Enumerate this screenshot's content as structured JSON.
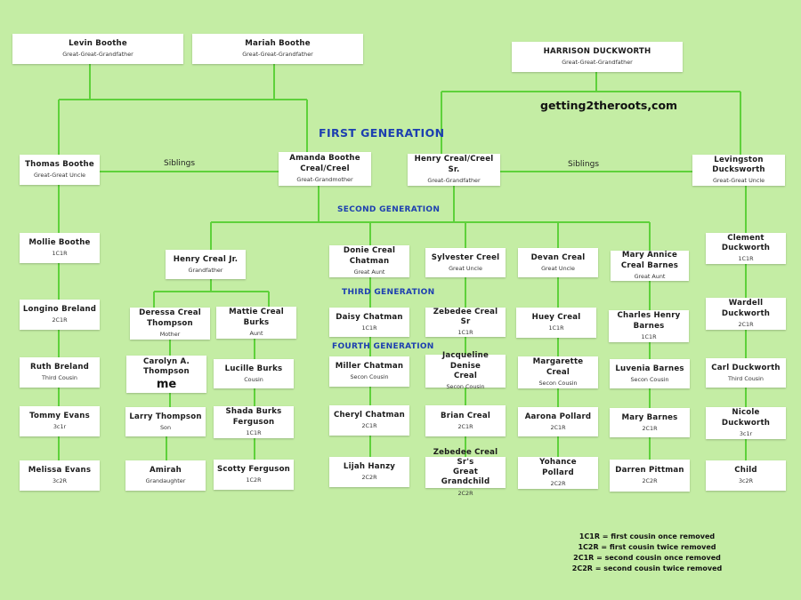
{
  "site": "getting2theroots,com",
  "headings": {
    "first": "FIRST GENERATION",
    "second": "SECOND GENERATION",
    "third": "THIRD GENERATION",
    "fourth": "FOURTH GENERATION"
  },
  "siblings_label": "Siblings",
  "people": {
    "levin_boothe": {
      "name": "Levin Boothe",
      "role": "Great-Great-Grandfather"
    },
    "mariah_boothe": {
      "name": "Mariah Boothe",
      "role": "Great-Great-Grandfather"
    },
    "harrison_duckworth": {
      "name": "HARRISON DUCKWORTH",
      "role": "Great-Great-Grandfather"
    },
    "thomas_boothe": {
      "name": "Thomas Boothe",
      "role": "Great-Great Uncle"
    },
    "amanda_boothe": {
      "name": "Amanda Boothe\nCreal/Creel",
      "role": "Great-Grandmother"
    },
    "henry_creal_sr": {
      "name": "Henry Creal/Creel\nSr.",
      "role": "Great-Grandfather"
    },
    "levingston_ducksworth": {
      "name": "Levingston\nDucksworth",
      "role": "Great-Great Uncle"
    },
    "mollie_boothe": {
      "name": "Mollie Boothe",
      "role": "1C1R"
    },
    "longino_breland": {
      "name": "Longino Breland",
      "role": "2C1R"
    },
    "ruth_breland": {
      "name": "Ruth Breland",
      "role": "Third Cousin"
    },
    "tommy_evans": {
      "name": "Tommy Evans",
      "role": "3c1r"
    },
    "melissa_evans": {
      "name": "Melissa Evans",
      "role": "3c2R"
    },
    "henry_creal_jr": {
      "name": "Henry Creal Jr.",
      "role": "Grandfather"
    },
    "donie_creal": {
      "name": "Donie Creal\nChatman",
      "role": "Great Aunt"
    },
    "sylvester_creel": {
      "name": "Sylvester Creel",
      "role": "Great Uncle"
    },
    "devan_creal": {
      "name": "Devan Creal",
      "role": "Great Uncle"
    },
    "mary_annice": {
      "name": "Mary Annice\nCreal Barnes",
      "role": "Great Aunt"
    },
    "clement_duckworth": {
      "name": "Clement\nDuckworth",
      "role": "1C1R"
    },
    "deressa_creal": {
      "name": "Deressa Creal\nThompson",
      "role": "Mother"
    },
    "mattie_creal": {
      "name": "Mattie Creal\nBurks",
      "role": "Aunt"
    },
    "daisy_chatman": {
      "name": "Daisy Chatman",
      "role": "1C1R"
    },
    "zebedee_creal_sr": {
      "name": "Zebedee Creal Sr",
      "role": "1C1R"
    },
    "huey_creal": {
      "name": "Huey Creal",
      "role": "1C1R"
    },
    "charles_henry_barnes": {
      "name": "Charles Henry\nBarnes",
      "role": "1C1R"
    },
    "wardell_duckworth": {
      "name": "Wardell\nDuckworth",
      "role": "2C1R"
    },
    "carolyn_thompson": {
      "name": "Carolyn A.\nThompson",
      "role": "me"
    },
    "lucille_burks": {
      "name": "Lucille Burks",
      "role": "Cousin"
    },
    "miller_chatman": {
      "name": "Miller Chatman",
      "role": "Secon Cousin"
    },
    "jacqueline_creal": {
      "name": "Jacqueline Denise\nCreal",
      "role": "Secon Cousin"
    },
    "margarette_creal": {
      "name": "Margarette\nCreal",
      "role": "Secon Cousin"
    },
    "luvenia_barnes": {
      "name": "Luvenia Barnes",
      "role": "Secon Cousin"
    },
    "carl_duckworth": {
      "name": "Carl Duckworth",
      "role": "Third Cousin"
    },
    "larry_thompson": {
      "name": "Larry Thompson",
      "role": "Son"
    },
    "shada_burks": {
      "name": "Shada Burks\nFerguson",
      "role": "1C1R"
    },
    "cheryl_chatman": {
      "name": "Cheryl Chatman",
      "role": "2C1R"
    },
    "brian_creal": {
      "name": "Brian Creal",
      "role": "2C1R"
    },
    "aarona_pollard": {
      "name": "Aarona Pollard",
      "role": "2C1R"
    },
    "mary_barnes": {
      "name": "Mary Barnes",
      "role": "2C1R"
    },
    "nicole_duckworth": {
      "name": "Nicole\nDuckworth",
      "role": "3c1r"
    },
    "amirah": {
      "name": "Amirah",
      "role": "Grandaughter"
    },
    "scotty_ferguson": {
      "name": "Scotty Ferguson",
      "role": "1C2R"
    },
    "lijah_hanzy": {
      "name": "Lijah Hanzy",
      "role": "2C2R"
    },
    "zebedee_great_grandchild": {
      "name": "Zebedee Creal Sr's\nGreat Grandchild",
      "role": "2C2R"
    },
    "yohance_pollard": {
      "name": "Yohance\nPollard",
      "role": "2C2R"
    },
    "darren_pittman": {
      "name": "Darren Pittman",
      "role": "2C2R"
    },
    "child": {
      "name": "Child",
      "role": "3c2R"
    }
  },
  "legend": [
    "1C1R = first cousin once removed",
    "1C2R = first cousin twice removed",
    "2C1R = second cousin once removed",
    "2C2R = second cousin twice removed"
  ],
  "colors": {
    "background": "#c4eda4",
    "connector": "#5ed13b",
    "heading": "#1d3fb0",
    "box": "#ffffff"
  }
}
